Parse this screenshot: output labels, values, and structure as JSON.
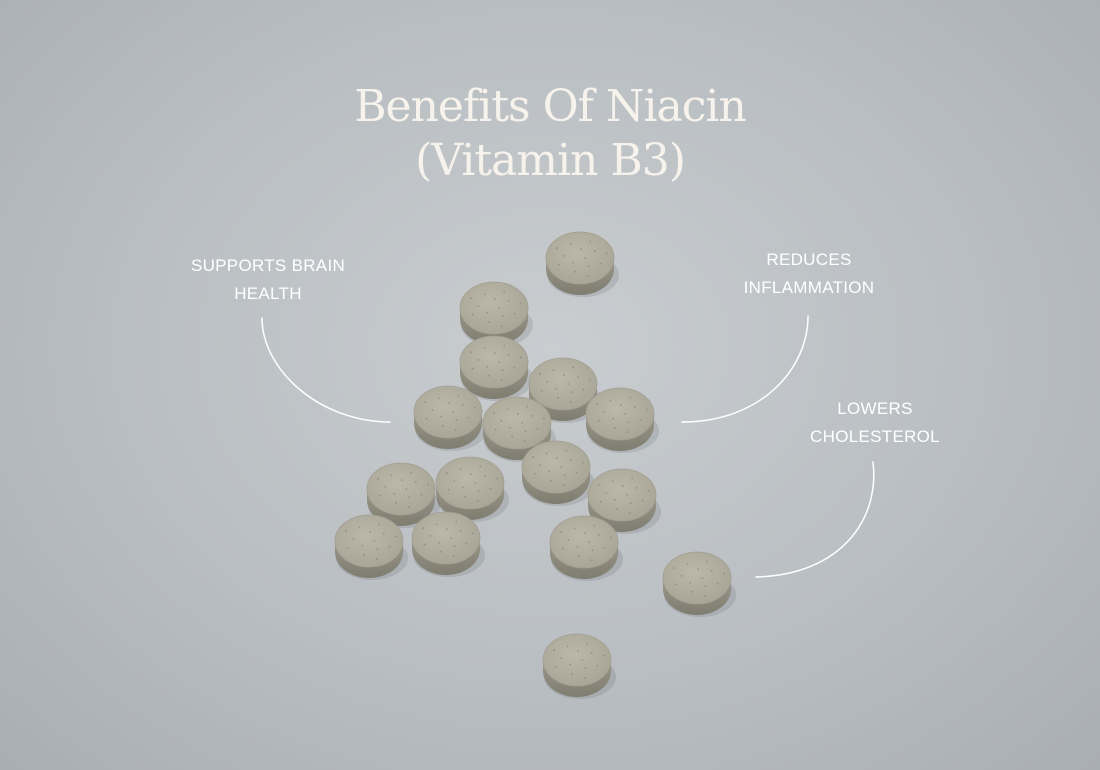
{
  "title": {
    "line1": "Benefits Of Niacin",
    "line2": "(Vitamin B3)"
  },
  "benefits": [
    {
      "line1": "SUPPORTS BRAIN",
      "line2": "HEALTH"
    },
    {
      "line1": "REDUCES",
      "line2": "INFLAMMATION"
    },
    {
      "line1": "LOWERS",
      "line2": "CHOLESTEROL"
    }
  ],
  "colors": {
    "background": "#bfc3c6",
    "text": "#ffffff",
    "title": "#f7f3ec",
    "tablet": "#b1ae9f"
  }
}
